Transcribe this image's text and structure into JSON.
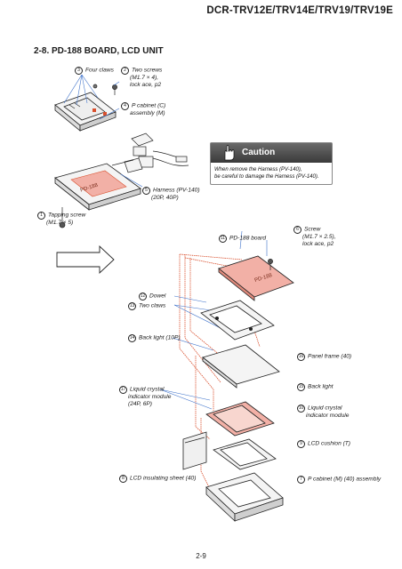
{
  "header": {
    "model_line": "DCR-TRV12E/TRV14E/TRV19/TRV19E"
  },
  "section": {
    "title": "2-8.  PD-188 BOARD, LCD UNIT"
  },
  "caution": {
    "title": "Caution",
    "text_line1": "When remove the Harness (PV-140),",
    "text_line2": "be careful  to damage the Harness (PV-140)."
  },
  "labels": {
    "l1": {
      "num": "1",
      "line1": "Tapping screw",
      "line2": "(M1.7 × 5)"
    },
    "l2": {
      "num": "2",
      "line1": "Two screws",
      "line2": "(M1.7 × 4),",
      "line3": "lock ace, p2"
    },
    "l3": {
      "num": "3",
      "line1": "Four claws"
    },
    "l4": {
      "num": "4",
      "line1": "P cabinet (C)",
      "line2": "assembly (M)"
    },
    "l5": {
      "num": "5",
      "line1": "Harness (PV-140)",
      "line2": "(20P, 40P)"
    },
    "l6": {
      "num": "6",
      "line1": "Screw",
      "line2": "(M1.7 × 2.5),",
      "line3": "lock ace, p2"
    },
    "l7": {
      "num": "7",
      "line1": "P cabinet (M) (40) assembly"
    },
    "l8": {
      "num": "8",
      "line1": "LCD insulating sheet (40)"
    },
    "l9": {
      "num": "9",
      "line1": "LCD cushion (T)"
    },
    "l10": {
      "num": "10",
      "line1": "Liquid crystal",
      "line2": "indicator module"
    },
    "l11": {
      "num": "11",
      "line1": "PD-188 board"
    },
    "l12": {
      "num": "12",
      "line1": "Dowel"
    },
    "l13": {
      "num": "13",
      "line1": "Two claws"
    },
    "l14": {
      "num": "14",
      "line1": "Back light (10P)"
    },
    "l15": {
      "num": "15",
      "line1": "Back light"
    },
    "l16": {
      "num": "16",
      "line1": "Panel frame (40)"
    },
    "l17": {
      "num": "17",
      "line1": "Liquid crystal",
      "line2": "indicator module",
      "line3": "(24P, 6P)"
    }
  },
  "board_text": {
    "pd188_top": "PD-188",
    "pd188_bottom": "PD-188"
  },
  "footer": {
    "page_number": "2-9"
  },
  "colors": {
    "callout": "#3a6fc9",
    "route": "#d9502e",
    "ink": "#222222",
    "panel": "#f4f4f4",
    "pink_frame": "#f2b0a6"
  }
}
